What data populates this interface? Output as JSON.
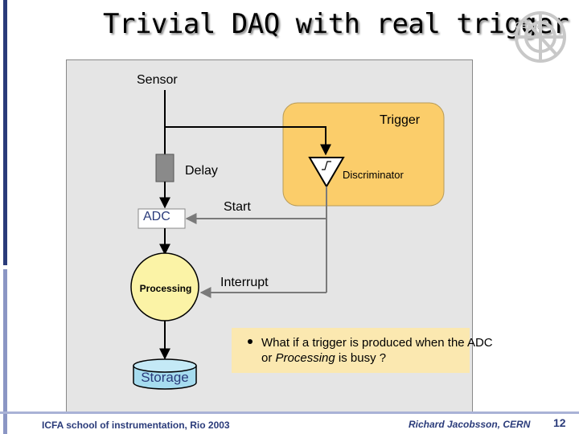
{
  "slide": {
    "title": "Trivial DAQ with real trigger",
    "logo_text": "CERN",
    "page_number": "12",
    "footer_left": "ICFA school of instrumentation, Rio 2003",
    "footer_right": "Richard Jacobsson, CERN"
  },
  "diagram": {
    "sensor_label": "Sensor",
    "trigger_label": "Trigger",
    "delay_label": "Delay",
    "discriminator_label": "Discriminator",
    "adc_label": "ADC",
    "start_label": "Start",
    "processing_label": "Processing",
    "interrupt_label": "Interrupt",
    "storage_label": "Storage"
  },
  "note": {
    "line1": "What if a trigger is produced when the ADC",
    "line2_prefix": "or ",
    "line2_italic": "Processing",
    "line2_suffix": " is busy ?"
  },
  "colors": {
    "trigger_fill": "#fbcd6a",
    "processing_fill": "#fbf3a6",
    "storage_fill": "#a6dcef",
    "note_fill": "#fbe8b0",
    "delay_fill": "#8a8a8a"
  }
}
